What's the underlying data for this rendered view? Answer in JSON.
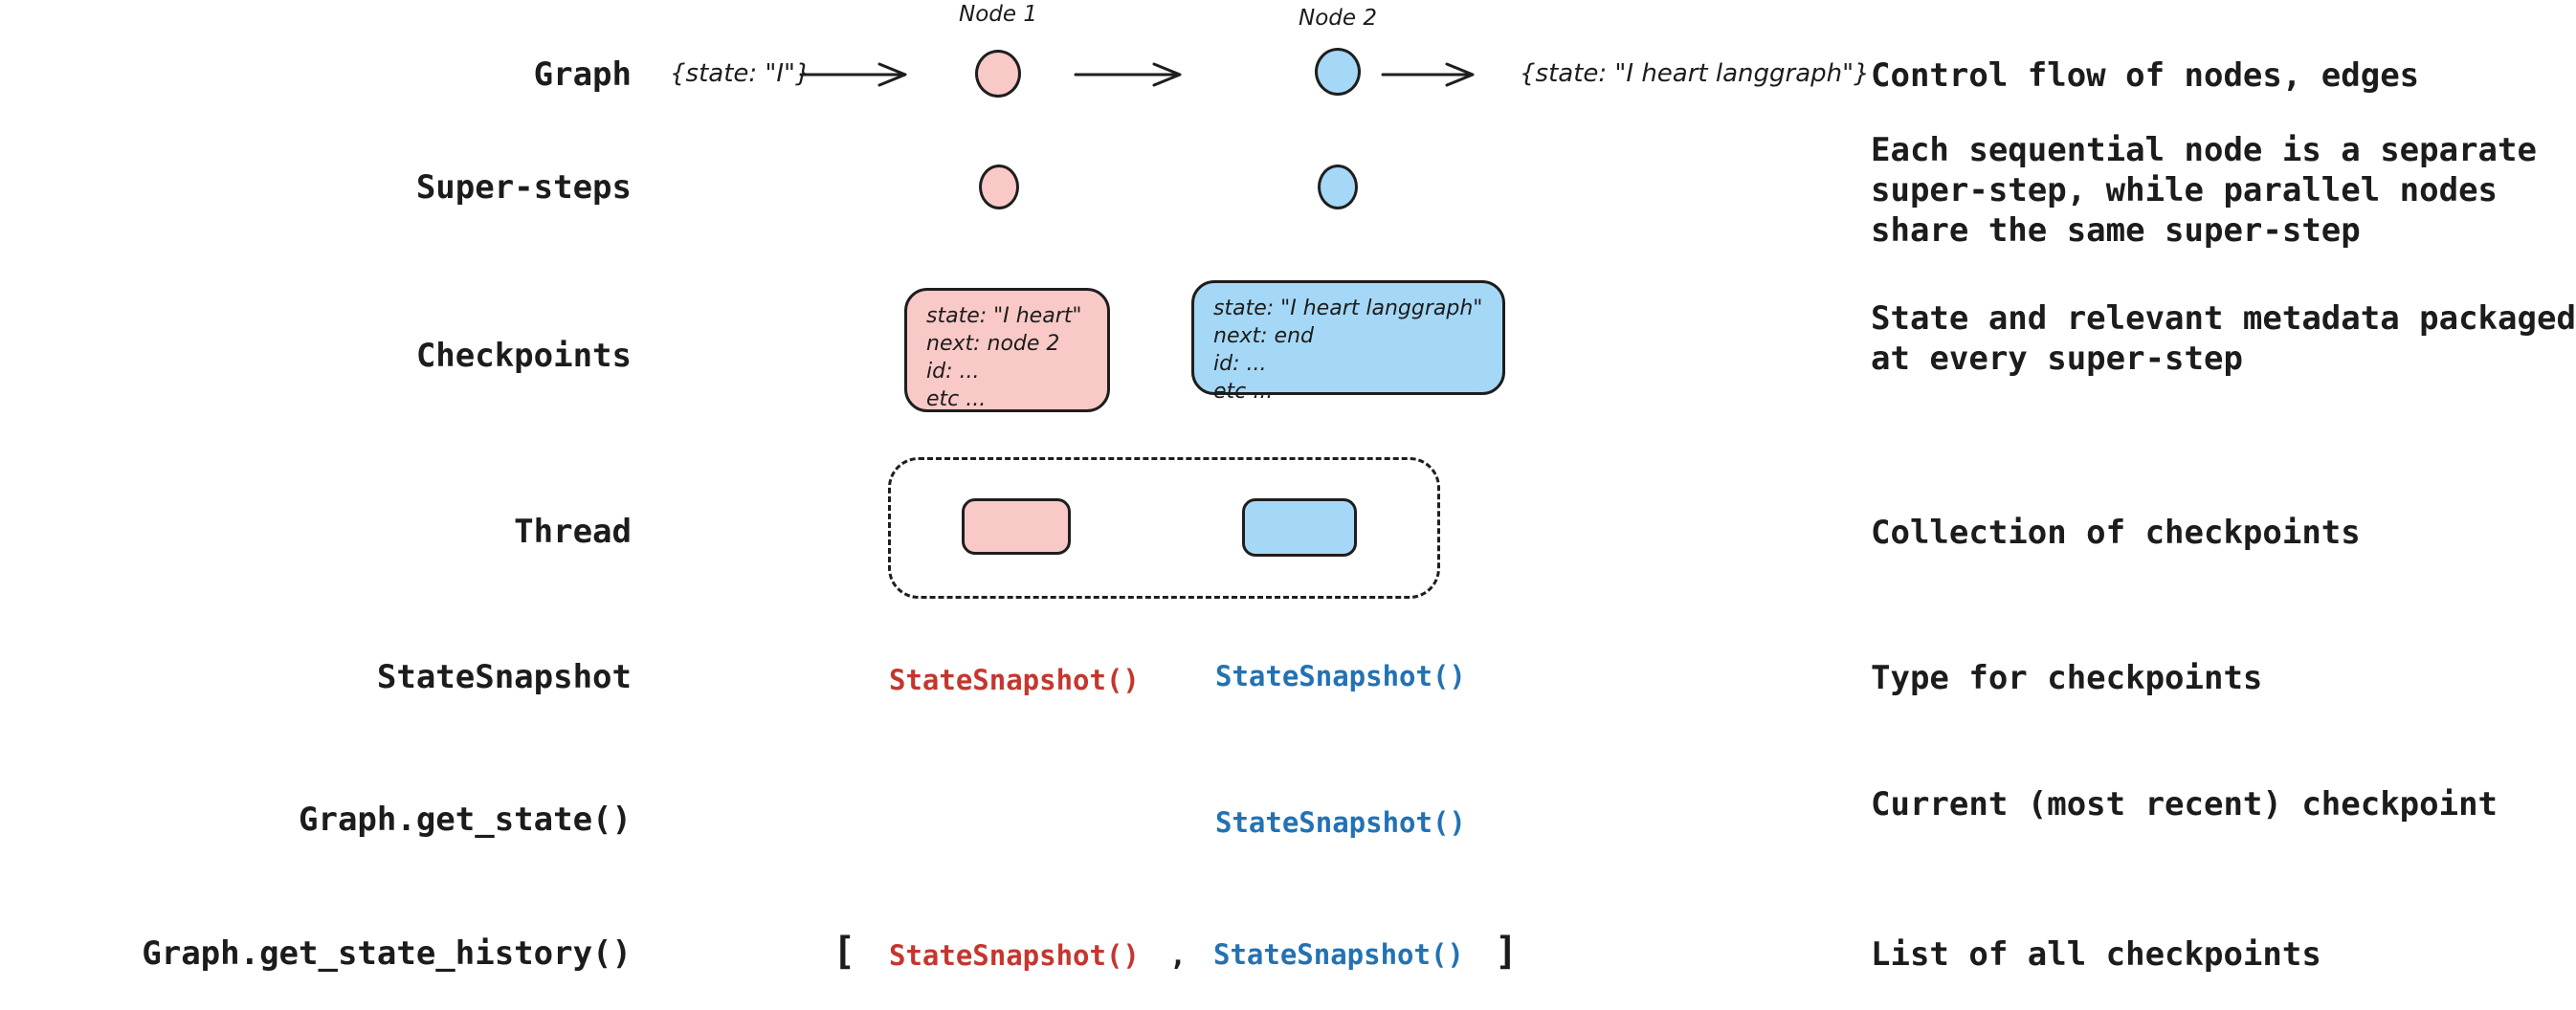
{
  "colors": {
    "pink_fill": "#f8c9c6",
    "blue_fill": "#a5d8f6",
    "stroke": "#1e1e1e",
    "red_text": "#c4372e",
    "blue_text": "#2272b4",
    "black_text": "#1c1c1c",
    "background": "#ffffff"
  },
  "rows": [
    {
      "label": "Graph",
      "description": "Control flow of nodes, edges"
    },
    {
      "label": "Super-steps",
      "description": "Each sequential node is a separate\nsuper-step, while parallel nodes\nshare the same super-step"
    },
    {
      "label": "Checkpoints",
      "description": "State and relevant metadata packaged\nat every super-step"
    },
    {
      "label": "Thread",
      "description": "Collection of checkpoints"
    },
    {
      "label": "StateSnapshot",
      "description": "Type for checkpoints"
    },
    {
      "label": "Graph.get_state()",
      "description": "Current (most recent) checkpoint"
    },
    {
      "label": "Graph.get_state_history()",
      "description": "List of all checkpoints"
    }
  ],
  "graph_row": {
    "input_state": "{state: \"I\"}",
    "node1_label": "Node 1",
    "node2_label": "Node 2",
    "output_state": "{state: \"I heart langgraph\"}"
  },
  "checkpoint_cards": {
    "pink": [
      "state: \"I heart\"",
      "next: node 2",
      "id: ...",
      "etc ..."
    ],
    "blue": [
      "state: \"I heart langgraph\"",
      "next: end",
      "id: ...",
      "etc ..."
    ]
  },
  "snapshot_row": {
    "red": "StateSnapshot()",
    "blue": "StateSnapshot()"
  },
  "get_state_row": {
    "blue": "StateSnapshot()"
  },
  "history_row": {
    "bracket_open": "[",
    "red": "StateSnapshot()",
    "comma": ",",
    "blue": "StateSnapshot()",
    "bracket_close": "]"
  }
}
